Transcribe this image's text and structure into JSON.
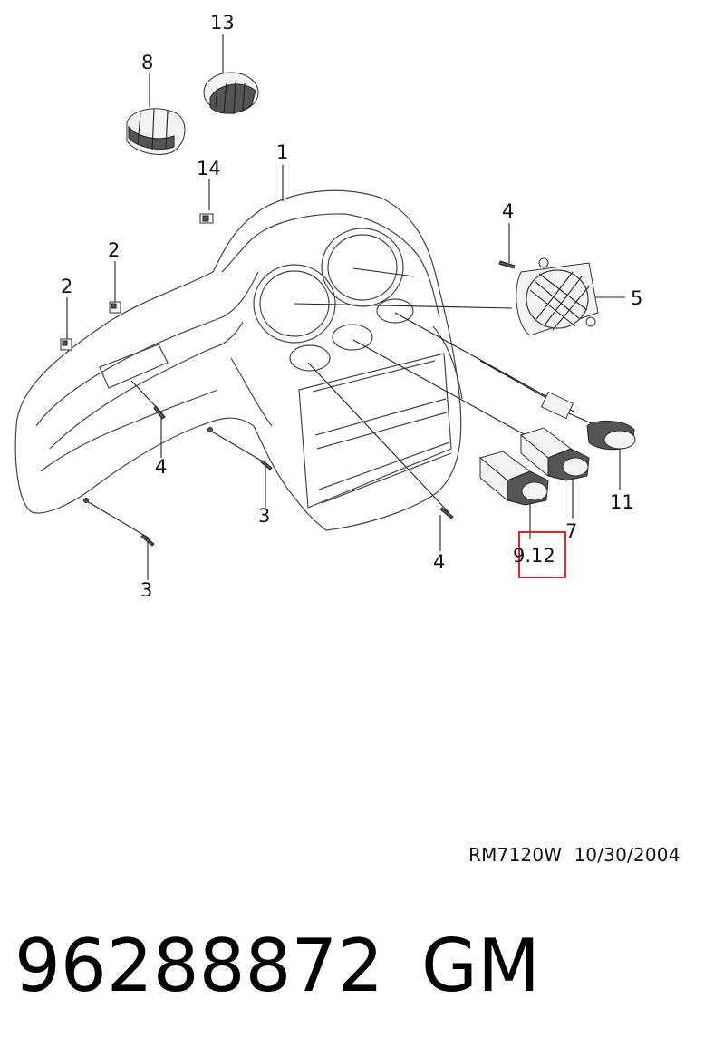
{
  "diagram": {
    "callouts": [
      {
        "id": "c13",
        "label": "13"
      },
      {
        "id": "c8",
        "label": "8"
      },
      {
        "id": "c1",
        "label": "1"
      },
      {
        "id": "c14",
        "label": "14"
      },
      {
        "id": "c4a",
        "label": "4"
      },
      {
        "id": "c2a",
        "label": "2"
      },
      {
        "id": "c2b",
        "label": "2"
      },
      {
        "id": "c5",
        "label": "5"
      },
      {
        "id": "c4b",
        "label": "4"
      },
      {
        "id": "c3a",
        "label": "3"
      },
      {
        "id": "c11",
        "label": "11"
      },
      {
        "id": "c7",
        "label": "7"
      },
      {
        "id": "c912",
        "label": "9.12"
      },
      {
        "id": "c4c",
        "label": "4"
      },
      {
        "id": "c3b",
        "label": "3"
      }
    ],
    "highlight_color": "#e0262a"
  },
  "footer": {
    "drawing_code": "RM7120W",
    "date": "10/30/2004",
    "part_number": "96288872",
    "brand": "GM"
  }
}
